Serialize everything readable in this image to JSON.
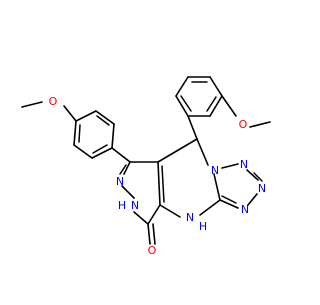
{
  "molecule": {
    "atom_labels": {
      "methoxy_o_left": "O",
      "methoxy_o_right": "O",
      "n_pyridazine_1": "N",
      "n_pyridazine_2": "N",
      "h_pyridazine": "H",
      "n_tetrazole_1": "N",
      "n_tetrazole_2": "N",
      "n_tetrazole_3": "N",
      "n_tetrazole_4": "N",
      "n_bottom": "N",
      "h_bottom": "H",
      "o_carbonyl": "O"
    },
    "colors": {
      "bond": "#000000",
      "nitrogen": "#0000FF",
      "oxygen": "#FF0000"
    }
  }
}
